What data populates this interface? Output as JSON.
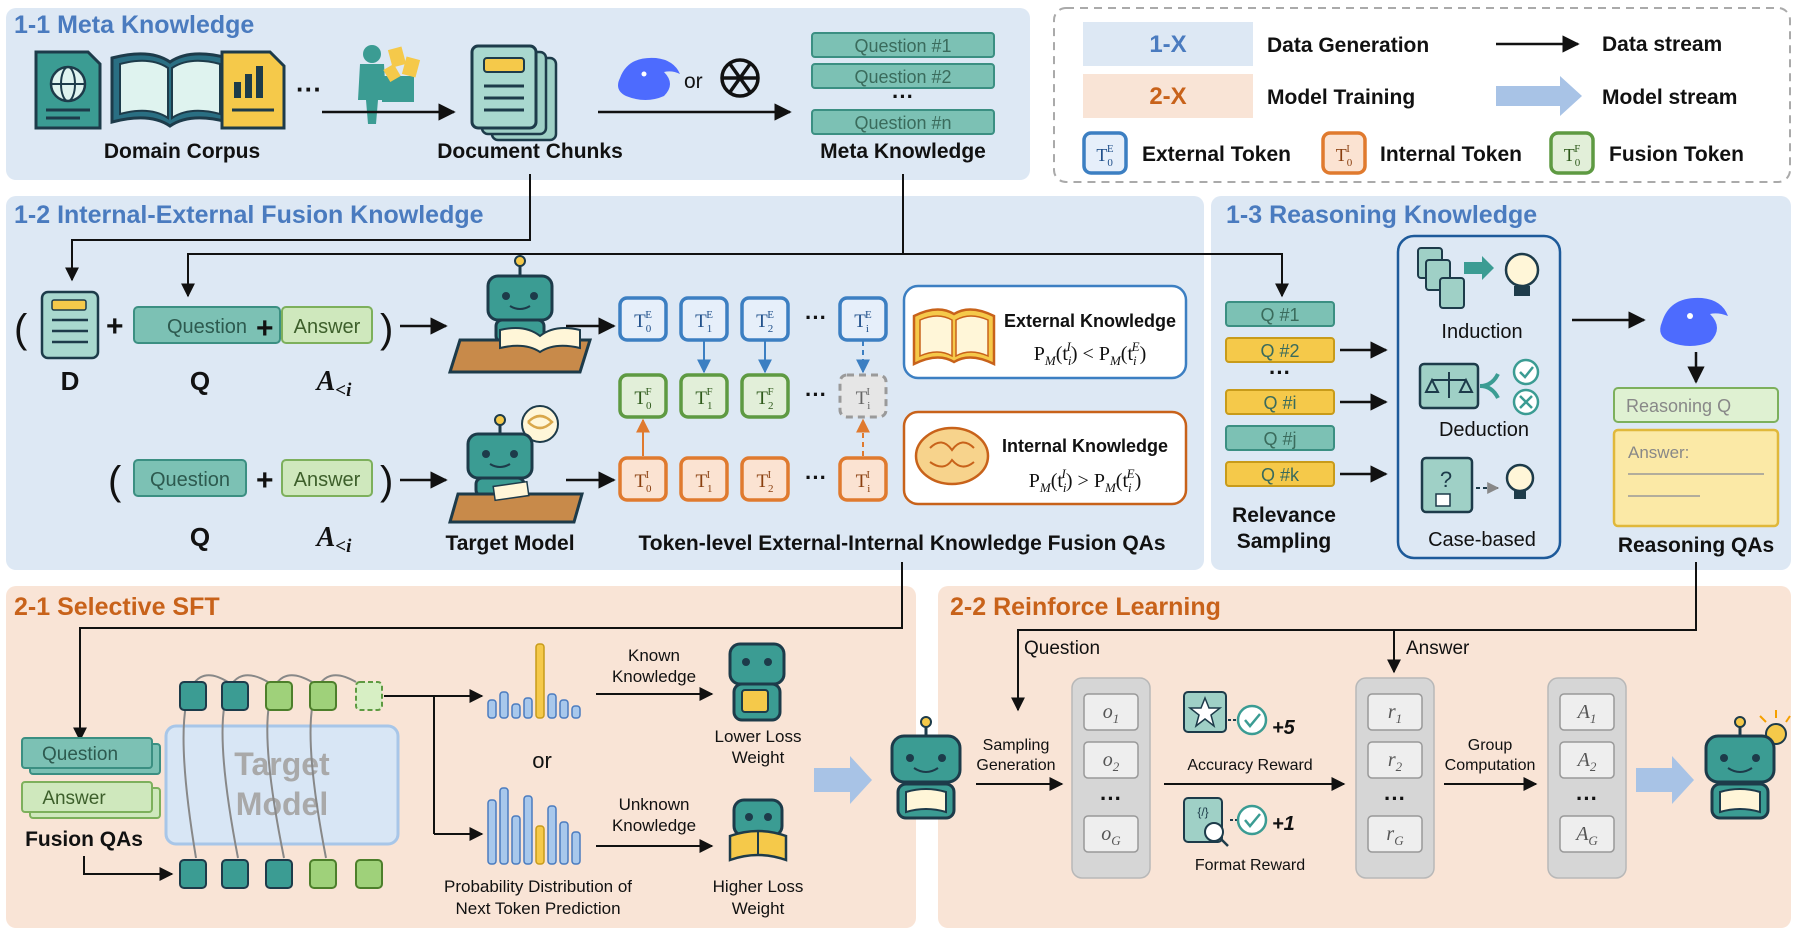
{
  "colors": {
    "section_blue_bg": "#dde8f4",
    "section_orange_bg": "#f9e4d6",
    "title_blue": "#4a7bbf",
    "title_orange": "#c8621a",
    "external_token": "#3c7fc2",
    "internal_token": "#e07a2e",
    "fusion_token": "#5e9a42",
    "teal_pill": "#6fb3a6",
    "yellow": "#f2c230"
  },
  "legend": {
    "data_generation_code": "1-X",
    "data_generation_label": "Data Generation",
    "model_training_code": "2-X",
    "model_training_label": "Model Training",
    "data_stream_label": "Data stream",
    "model_stream_label": "Model stream",
    "external_token_label": "External Token",
    "internal_token_label": "Internal Token",
    "fusion_token_label": "Fusion Token"
  },
  "meta_knowledge": {
    "title": "1-1 Meta Knowledge",
    "domain_corpus": "Domain Corpus",
    "ellipsis": "···",
    "document_chunks": "Document Chunks",
    "or": "or",
    "questions": [
      "Question #1",
      "Question #2",
      "···",
      "Question #n"
    ],
    "meta_knowledge_label": "Meta Knowledge"
  },
  "fusion_knowledge": {
    "title": "1-2 Internal-External Fusion Knowledge",
    "question_pill": "Question",
    "answer_pill": "Answer",
    "d_label": "D",
    "q_label": "Q",
    "a_label": "A",
    "a_sub": "<i",
    "target_model": "Target Model",
    "external_knowledge": "External Knowledge",
    "internal_knowledge": "Internal Knowledge",
    "external_formula": "P_M(t_i^I) < P_M(t_i^E)",
    "internal_formula": "P_M(t_i^I) > P_M(t_i^E)",
    "caption": "Token-level External-Internal Knowledge Fusion QAs"
  },
  "reasoning_knowledge": {
    "title": "1-3 Reasoning Knowledge",
    "qs": [
      "Q #1",
      "Q #2",
      "···",
      "Q #i",
      "Q #j",
      "Q #k"
    ],
    "relevance_sampling_1": "Relevance",
    "relevance_sampling_2": "Sampling",
    "induction": "Induction",
    "deduction": "Deduction",
    "case_based": "Case-based",
    "reasoning_q": "Reasoning Q",
    "answer_prefix": "Answer:",
    "reasoning_qas": "Reasoning QAs"
  },
  "selective_sft": {
    "title": "2-1 Selective SFT",
    "question_pill": "Question",
    "answer_pill": "Answer",
    "fusion_qas": "Fusion QAs",
    "target_model_1": "Target",
    "target_model_2": "Model",
    "or": "or",
    "known_1": "Known",
    "known_2": "Knowledge",
    "unknown_1": "Unknown",
    "unknown_2": "Knowledge",
    "lower_1": "Lower Loss",
    "lower_2": "Weight",
    "higher_1": "Higher Loss",
    "higher_2": "Weight",
    "prob_1": "Probability Distribution of",
    "prob_2": "Next Token Prediction"
  },
  "reinforce_learning": {
    "title": "2-2 Reinforce Learning",
    "question": "Question",
    "answer": "Answer",
    "sampling_1": "Sampling",
    "sampling_2": "Generation",
    "accuracy_reward": "Accuracy Reward",
    "format_reward": "Format Reward",
    "plus5": "+5",
    "plus1": "+1",
    "group_1": "Group",
    "group_2": "Computation",
    "ellipsis": "···"
  }
}
